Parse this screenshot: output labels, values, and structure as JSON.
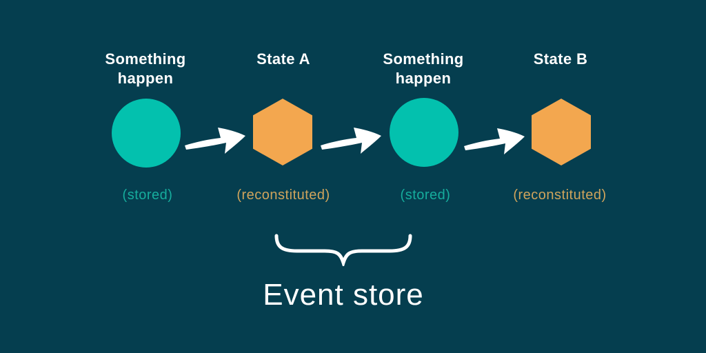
{
  "canvas": {
    "background": "#053e4f"
  },
  "colors": {
    "event_shape": "#03c1ae",
    "state_shape": "#f3a74f",
    "stored_text": "#16ad9d",
    "reconstituted_text": "#d0a45c",
    "heading_text": "#ffffff",
    "arrow": "#ffffff",
    "bg": "#053e4f"
  },
  "columns": [
    {
      "label": "Something\nhappen",
      "shape": "circle",
      "caption": "(stored)"
    },
    {
      "label": "State A",
      "shape": "hexagon",
      "caption": "(reconstituted)"
    },
    {
      "label": "Something\nhappen",
      "shape": "circle",
      "caption": "(stored)"
    },
    {
      "label": "State B",
      "shape": "hexagon",
      "caption": "(reconstituted)"
    }
  ],
  "icons": {
    "arrow": "hand-drawn-right-arrow",
    "brace": "underbrace"
  },
  "footer": {
    "label": "Event store"
  }
}
